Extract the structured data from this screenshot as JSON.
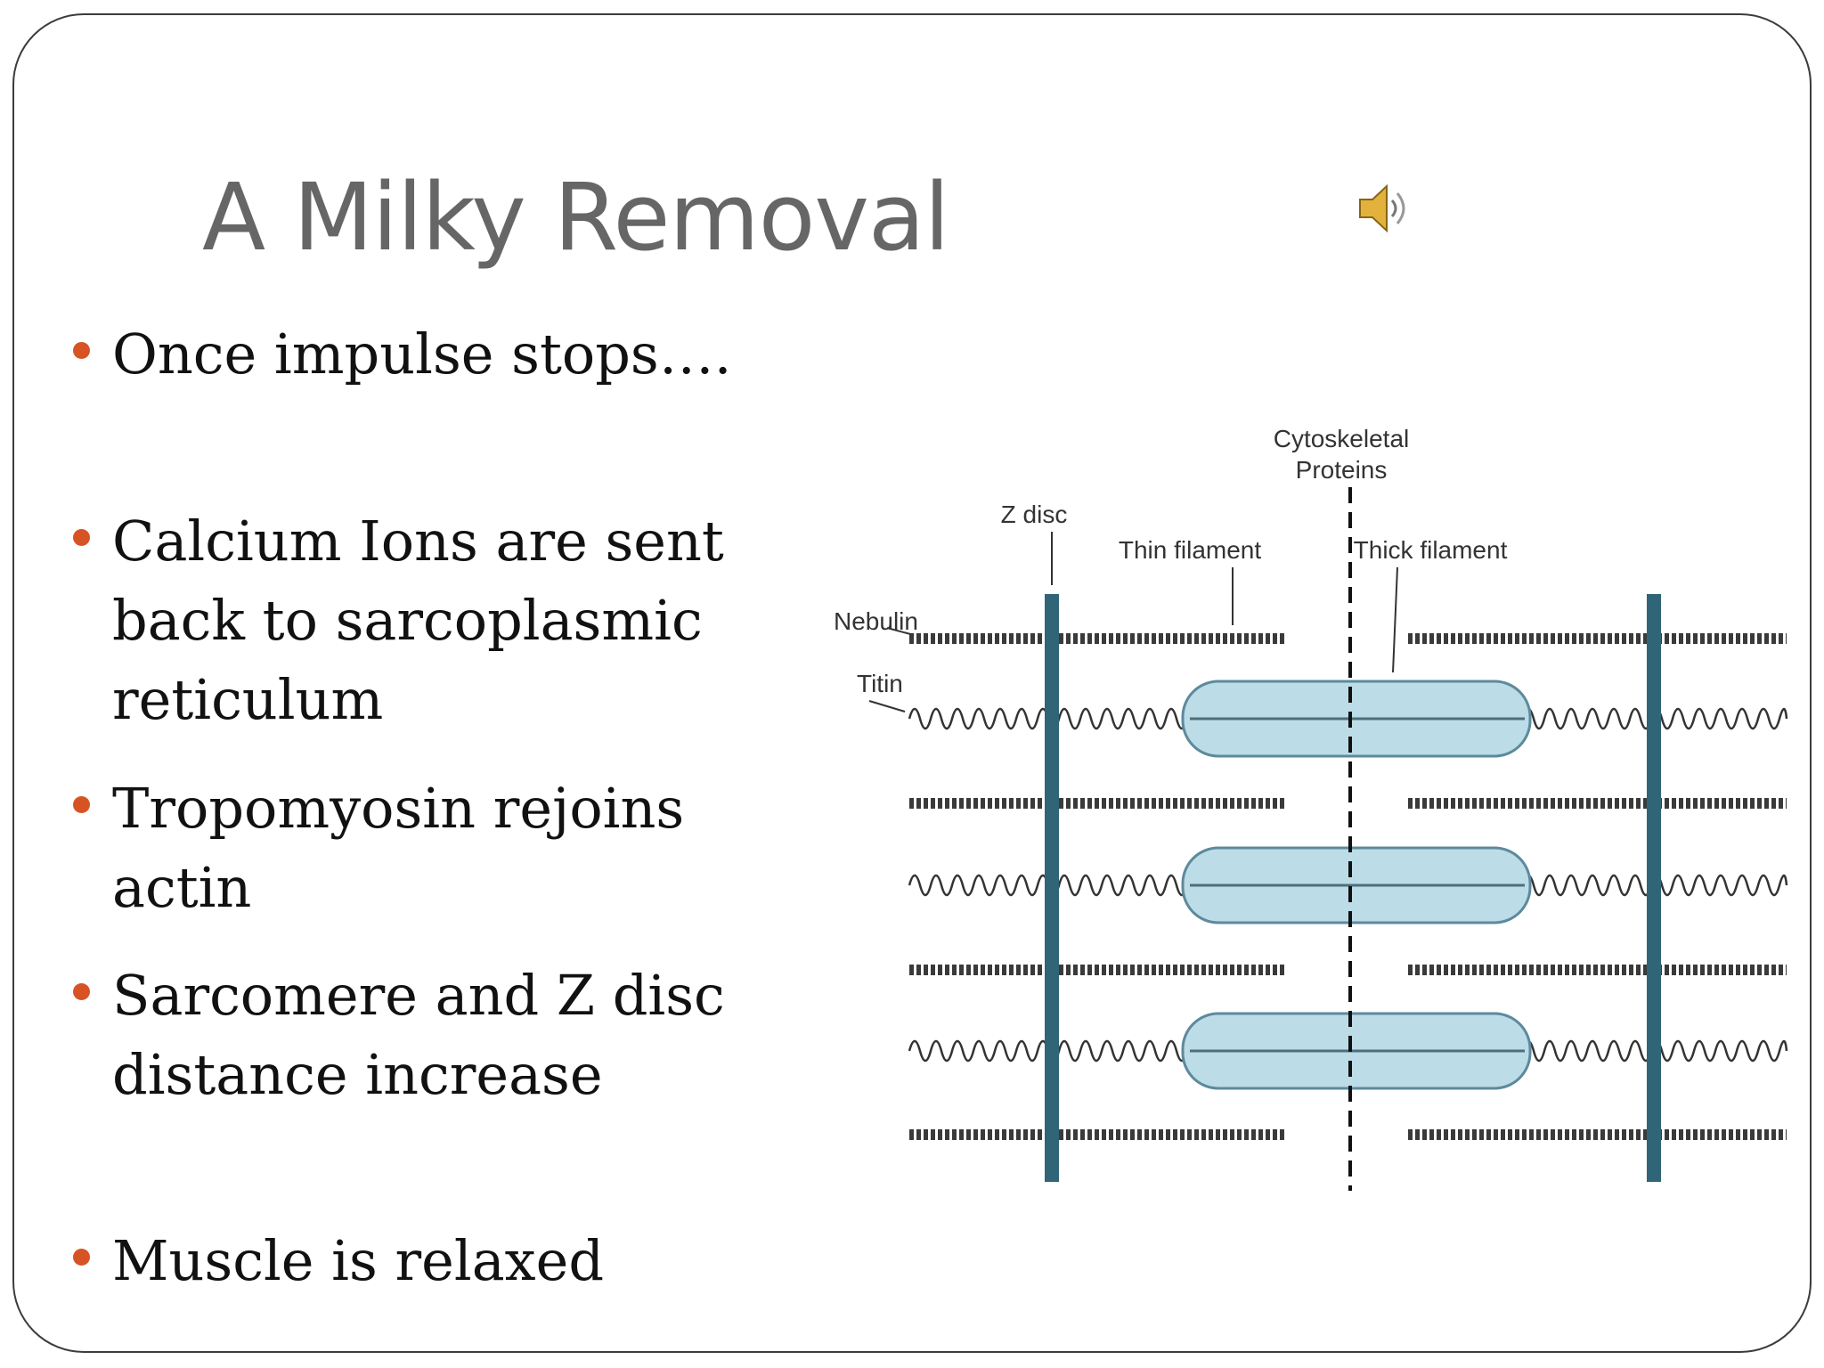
{
  "slide": {
    "title": "A Milky Removal",
    "bullets": [
      "Once impulse stops….",
      "Calcium Ions are sent back to sarcoplasmic reticulum",
      "Tropomyosin rejoins actin",
      "Sarcomere and Z disc distance increase",
      "Muscle is relaxed"
    ],
    "bullet_color": "#d85323",
    "speaker_icon": "speaker-icon"
  },
  "diagram": {
    "labels": {
      "cytoskeletal": "Cytoskeletal",
      "proteins": "Proteins",
      "z_disc": "Z disc",
      "thin_filament": "Thin filament",
      "thick_filament": "Thick filament",
      "nebulin": "Nebulin",
      "titin": "Titin"
    },
    "colors": {
      "z_disc": "#2f6577",
      "thick_fill": "#bcdce8",
      "thick_stroke": "#5d8a9c",
      "thin": "#3a3a3a"
    }
  }
}
